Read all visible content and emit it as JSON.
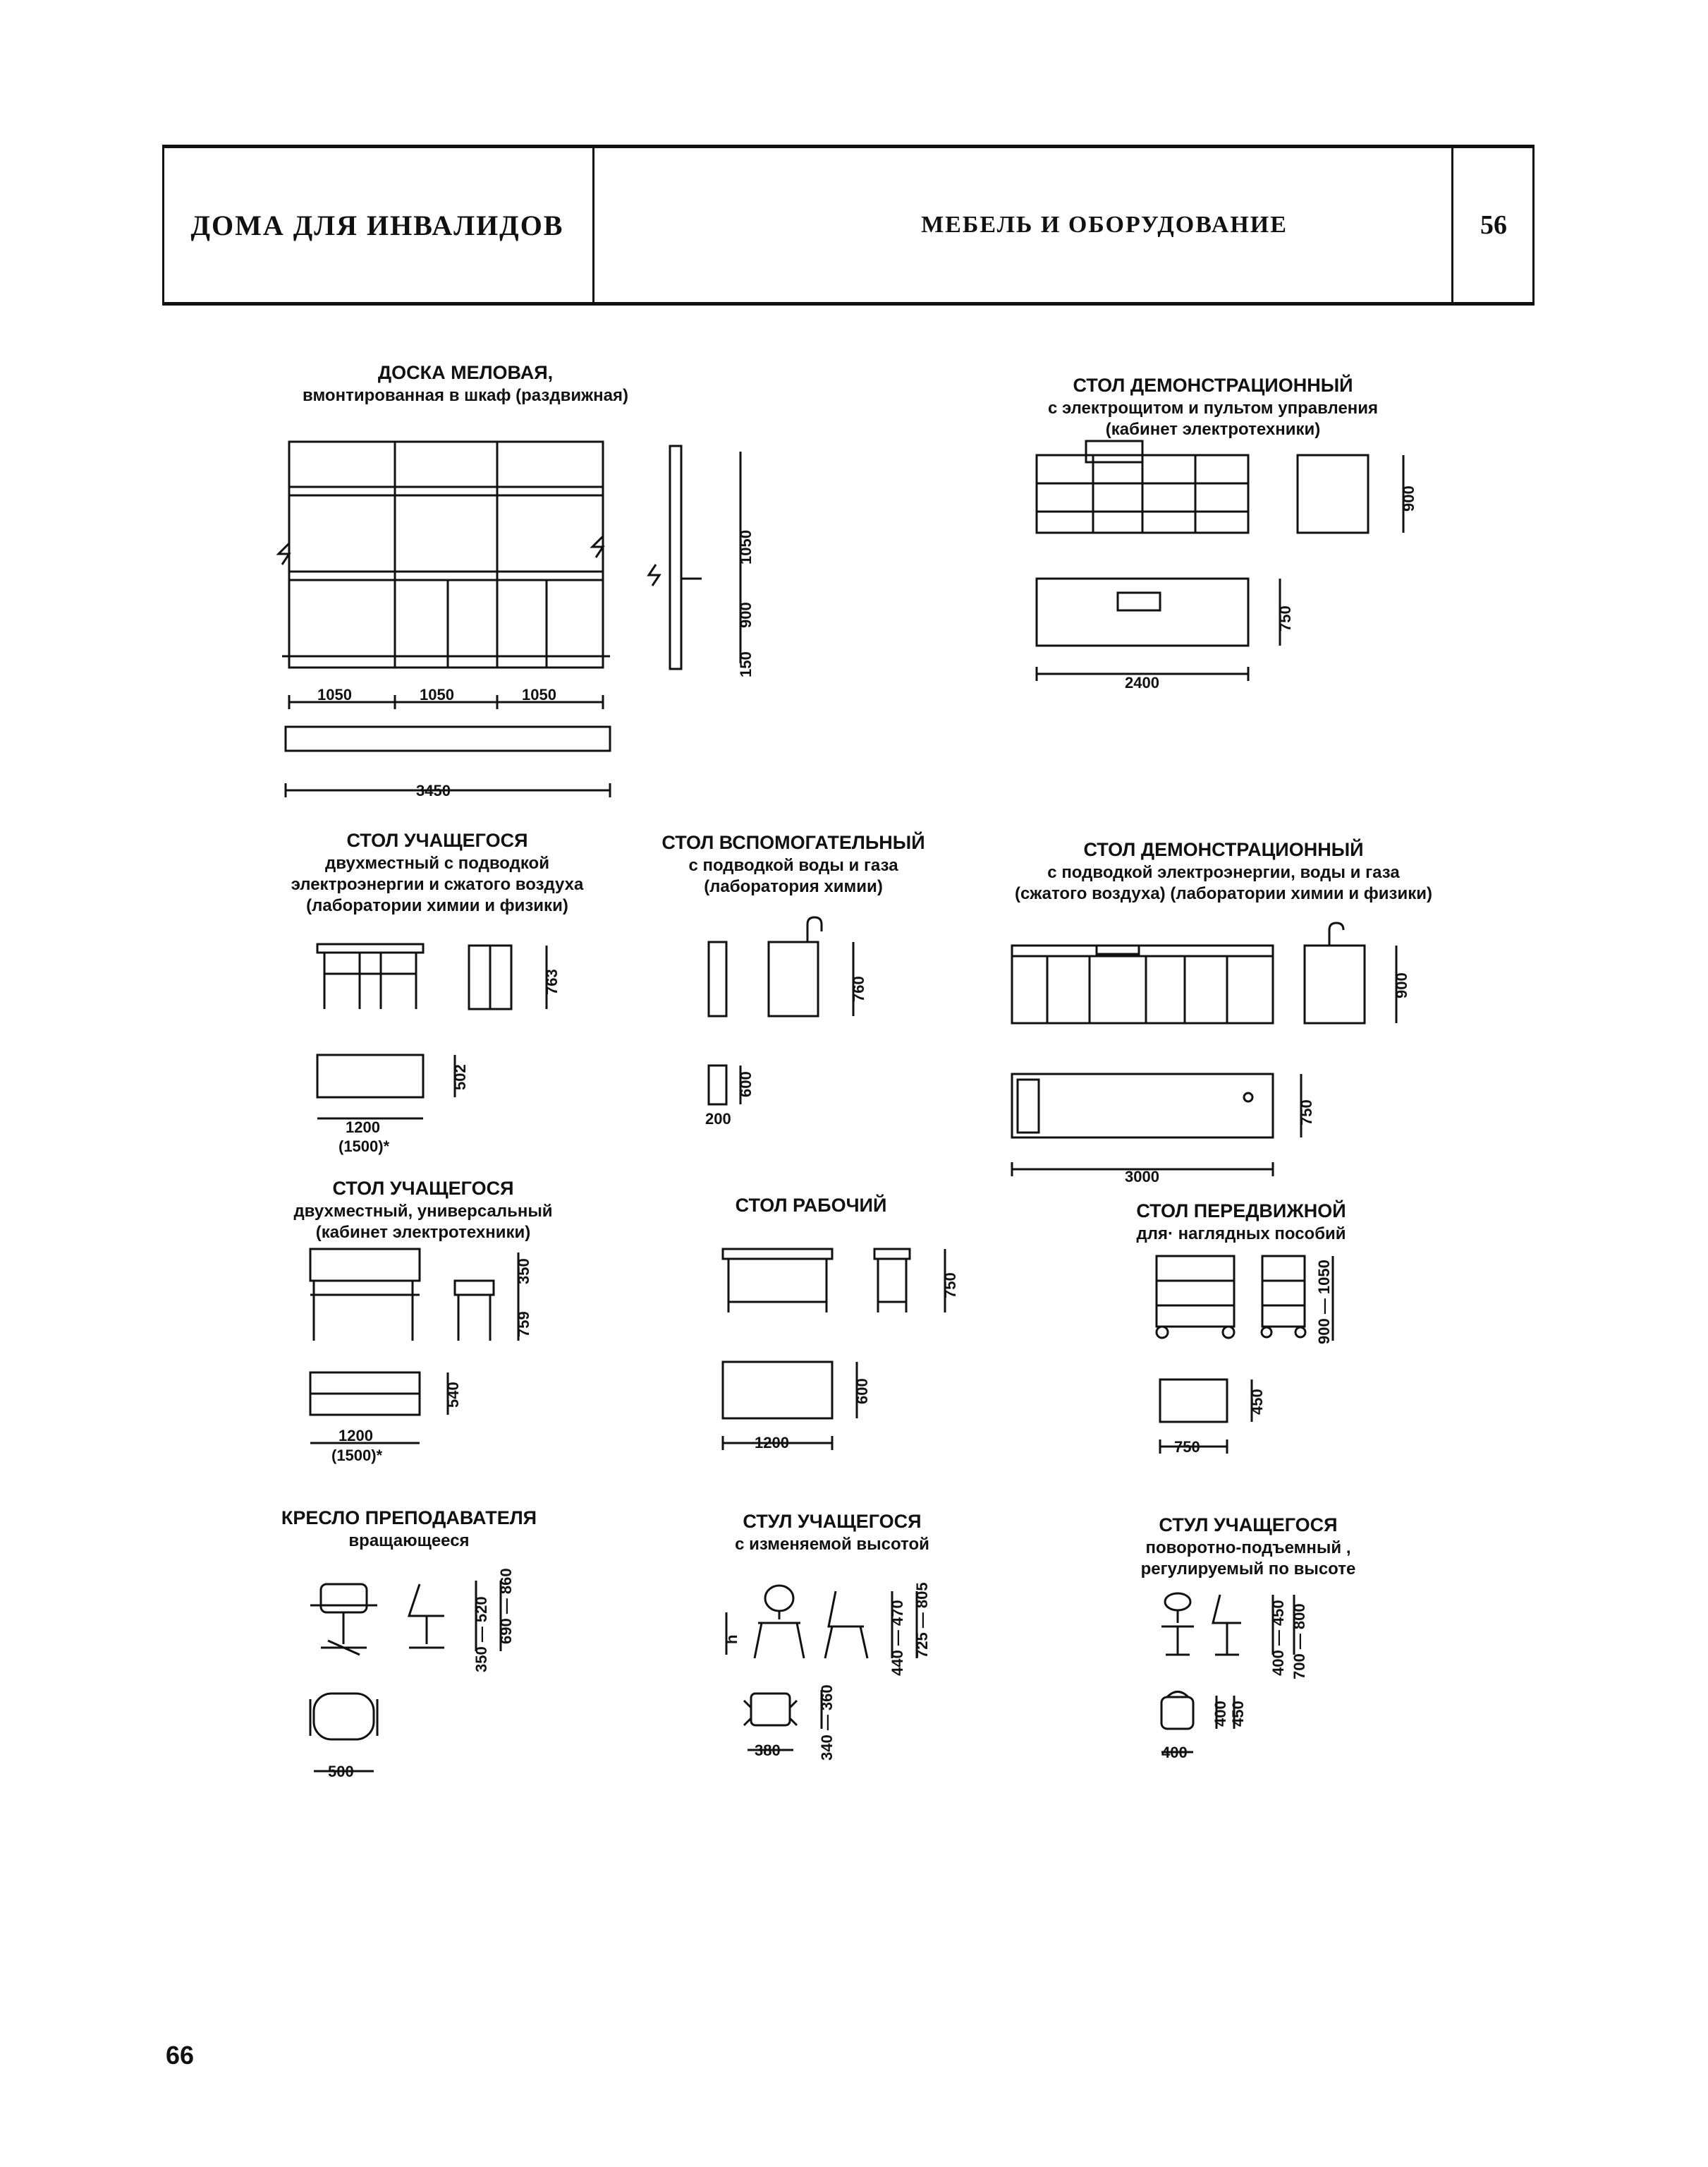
{
  "header": {
    "left_title": "ДОМА ДЛЯ ИНВАЛИДОВ",
    "center_title": "МЕБЕЛЬ И ОБОРУДОВАНИЕ",
    "sheet_number": "56"
  },
  "items": {
    "chalkboard": {
      "title": "ДОСКА МЕЛОВАЯ,",
      "subtitle": "вмонтированная в шкаф (раздвижная)",
      "dims": {
        "w1": "1050",
        "w2": "1050",
        "w3": "1050",
        "total": "3450",
        "h_upper": "1050",
        "h_lower": "900",
        "h_base": "150"
      }
    },
    "demo_table_panel": {
      "title": "СТОЛ ДЕМОНСТРАЦИОННЫЙ",
      "subtitle1": "с электрощитом и пультом управления",
      "subtitle2": "(кабинет электротехники)",
      "dims": {
        "height": "900",
        "depth": "750",
        "width": "2400"
      }
    },
    "student_table_lab": {
      "title": "СТОЛ УЧАЩЕГОСЯ",
      "subtitle1": "двухместный с подводкой",
      "subtitle2": "электроэнергии и сжатого воздуха",
      "subtitle3": "(лаборатории химии и физики)",
      "dims": {
        "height": "763",
        "depth": "502",
        "width": "1200",
        "width_alt": "(1500)*"
      }
    },
    "aux_table": {
      "title": "СТОЛ ВСПОМОГАТЕЛЬНЫЙ",
      "subtitle1": "с подводкой воды и газа",
      "subtitle2": "(лаборатория химии)",
      "dims": {
        "height": "760",
        "depth": "600",
        "width": "200"
      }
    },
    "demo_table_lab": {
      "title": "СТОЛ ДЕМОНСТРАЦИОННЫЙ",
      "subtitle1": "с подводкой электроэнергии, воды и газа",
      "subtitle2": "(сжатого воздуха) (лаборатории химии и физики)",
      "dims": {
        "height": "900",
        "depth": "750",
        "width": "3000"
      }
    },
    "student_table_universal": {
      "title": "СТОЛ УЧАЩЕГОСЯ",
      "subtitle1": "двухместный, универсальный",
      "subtitle2": "(кабинет электротехники)",
      "dims": {
        "shelf": "350",
        "height": "759",
        "depth": "540",
        "width": "1200",
        "width_alt": "(1500)*"
      }
    },
    "work_table": {
      "title": "СТОЛ РАБОЧИЙ",
      "dims": {
        "height": "750",
        "depth": "600",
        "width": "1200"
      }
    },
    "mobile_table": {
      "title": "СТОЛ ПЕРЕДВИЖНОЙ",
      "subtitle": "для· наглядных пособий",
      "dims": {
        "height": "900 — 1050",
        "depth": "450",
        "width": "750"
      }
    },
    "teacher_chair": {
      "title": "КРЕСЛО ПРЕПОДАВАТЕЛЯ",
      "subtitle": "вращающееся",
      "dims": {
        "seat": "350 — 520",
        "arm": "690 — 860",
        "width": "500"
      }
    },
    "student_chair_height": {
      "title": "СТУЛ УЧАЩЕГОСЯ",
      "subtitle": "с изменяемой высотой",
      "dims": {
        "h": "h",
        "seat": "440 — 470",
        "back": "725 — 805",
        "depth": "340 — 360",
        "width": "380"
      }
    },
    "student_chair_swivel": {
      "title": "СТУЛ УЧАЩЕГОСЯ",
      "subtitle1": "поворотно-подъемный ,",
      "subtitle2": "регулируемый по высоте",
      "dims": {
        "seat": "400 — 450",
        "back": "700 — 800",
        "depth1": "400",
        "depth2": "450",
        "width": "400"
      }
    }
  },
  "page_number": "66"
}
